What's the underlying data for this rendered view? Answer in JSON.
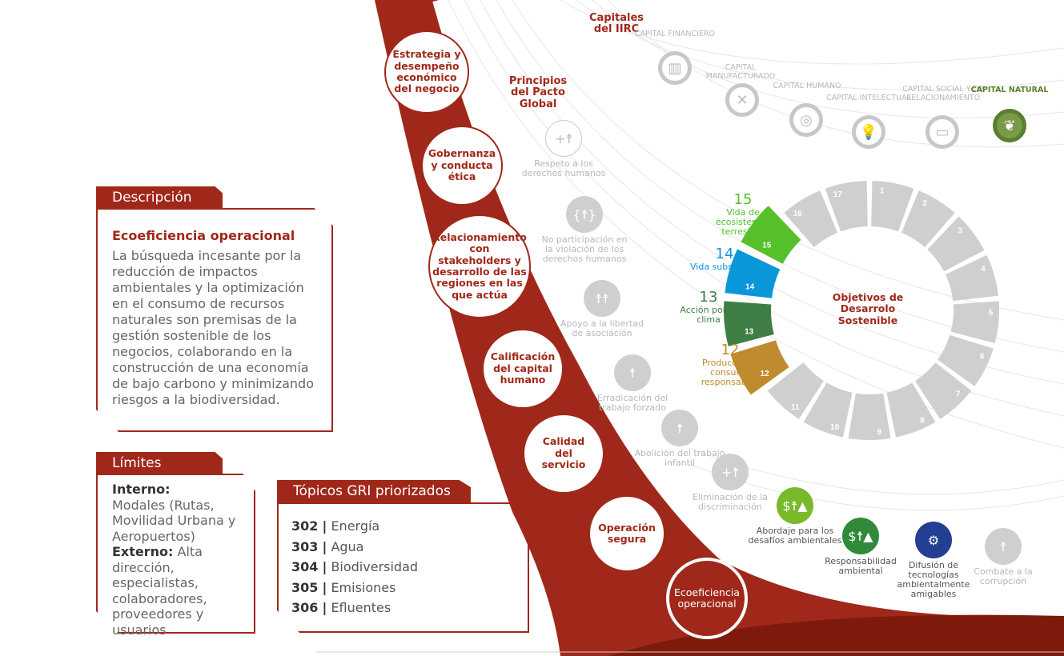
{
  "descripcion": {
    "tab": "Descripción",
    "title": "Ecoeficiencia operacional",
    "text": "La búsqueda incesante por la reducción de impactos ambientales y la optimización en el consumo de recursos naturales son premisas de la gestión sostenible de los negocios, colaborando en la construcción de una economía de bajo carbono y minimizando riesgos a la biodiversidad."
  },
  "limites": {
    "tab": "Límites",
    "interno_label": "Interno:",
    "interno": "Modales (Rutas, Movilidad Urbana y Aeropuertos)",
    "externo_label": "Externo:",
    "externo": "Alta dirección, especialistas, colaboradores, proveedores y usuarios"
  },
  "gri": {
    "tab": "Tópicos GRI priorizados",
    "items": [
      {
        "code": "302",
        "sep": "|",
        "name": "Energía"
      },
      {
        "code": "303",
        "sep": "|",
        "name": "Agua"
      },
      {
        "code": "304",
        "sep": "|",
        "name": "Biodiversidad"
      },
      {
        "code": "305",
        "sep": "|",
        "name": "Emisiones"
      },
      {
        "code": "306",
        "sep": "|",
        "name": "Efluentes"
      }
    ]
  },
  "temas": [
    "Estrategia y desempeño económico del negocio",
    "Gobernanza y conducta ética",
    "Relacionamiento con stakeholders y desarrollo de las regiones en las que actúa",
    "Calificación del capital humano",
    "Calidad del servicio",
    "Operación segura",
    "Ecoeficiencia operacional"
  ],
  "pacto": {
    "title": "Principios del Pacto Global",
    "items": [
      {
        "label": "Respeto a los derechos humanos",
        "icon": "person-plus-icon",
        "active": false
      },
      {
        "label": "No participación en la violación de los derechos humanos",
        "icon": "person-brackets-icon",
        "active": false
      },
      {
        "label": "Apoyo a la libertad de asociación",
        "icon": "group-icon",
        "active": false
      },
      {
        "label": "Erradicación del trabajo forzado",
        "icon": "person-chain-icon",
        "active": false
      },
      {
        "label": "Abolición del trabajo infantil",
        "icon": "child-icon",
        "active": false
      },
      {
        "label": "Eliminación de la discriminación",
        "icon": "person-plus-icon",
        "active": false
      },
      {
        "label": "Abordaje para los desafíos ambientales",
        "icon": "balance-icon",
        "active": true,
        "color": "#7ab929"
      },
      {
        "label": "Responsabilidad ambiental",
        "icon": "balance-icon",
        "active": true,
        "color": "#2f8a3a"
      },
      {
        "label": "Difusión de tecnologías ambientalmente amigables",
        "icon": "gears-icon",
        "active": true,
        "color": "#233f91"
      },
      {
        "label": "Combate a la corrupción",
        "icon": "puppet-icon",
        "active": false
      }
    ]
  },
  "capitales": {
    "title": "Capitales del IIRC",
    "items": [
      {
        "label": "CAPITAL FINANCIERO",
        "icon": "chart-icon",
        "active": false
      },
      {
        "label": "CAPITAL MANUFACTURADO",
        "icon": "tools-icon",
        "active": false
      },
      {
        "label": "CAPITAL HUMANO",
        "icon": "people-circle-icon",
        "active": false
      },
      {
        "label": "CAPITAL INTELECTUAL",
        "icon": "lightbulb-icon",
        "active": false
      },
      {
        "label": "CAPITAL SOCIAL Y DE RELACIONAMIENTO",
        "icon": "chat-icon",
        "active": false
      },
      {
        "label": "CAPITAL NATURAL",
        "icon": "leaf-icon",
        "active": true,
        "color": "#5a7f2e"
      }
    ]
  },
  "ods": {
    "title": "Objetivos de Desarrolo Sostenible",
    "gray": "#cfcfcf",
    "highlight": [
      {
        "num": "15",
        "label": "Vida de ecosistemas terrestres",
        "color": "#56c02b"
      },
      {
        "num": "14",
        "label": "Vida submarina",
        "color": "#0a97d9"
      },
      {
        "num": "13",
        "label": "Acción por el clima",
        "color": "#3f7e44"
      },
      {
        "num": "12",
        "label": "Producción y consumo responsables",
        "color": "#bf8b2e"
      }
    ]
  },
  "colors": {
    "brand": "#a0281a"
  }
}
